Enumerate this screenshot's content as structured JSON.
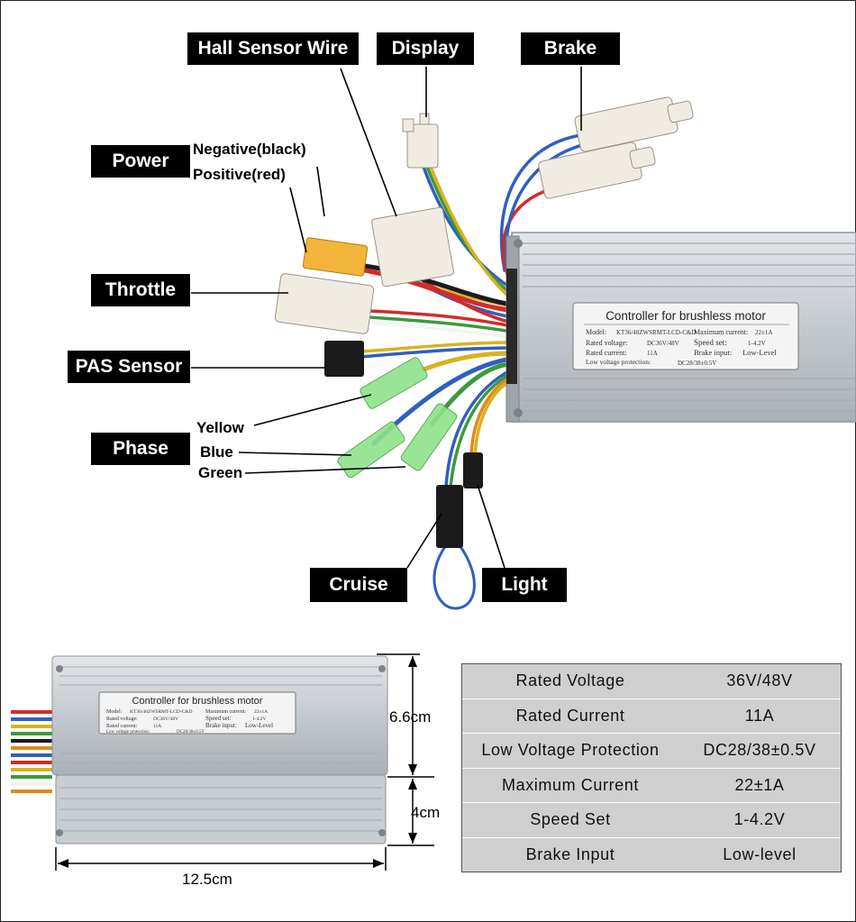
{
  "labels": {
    "hall_sensor_wire": "Hall Sensor Wire",
    "display": "Display",
    "brake": "Brake",
    "power": "Power",
    "negative": "Negative(black)",
    "positive": "Positive(red)",
    "throttle": "Throttle",
    "pas_sensor": "PAS Sensor",
    "phase": "Phase",
    "yellow": "Yellow",
    "blue": "Blue",
    "green": "Green",
    "cruise": "Cruise",
    "light": "Light"
  },
  "controller_label": {
    "title": "Controller for brushless motor",
    "model_key": "Model:",
    "model_val": "KT36/48ZWSRMT-LCD-C&D",
    "max_current_key": "Maximum current:",
    "max_current_val": "22±1A",
    "rated_voltage_key": "Rated voltage:",
    "rated_voltage_val": "DC36V/48V",
    "speed_set_key": "Speed set:",
    "speed_set_val": "1-4.2V",
    "rated_current_key": "Rated current:",
    "rated_current_val": "11A",
    "brake_input_key": "Brake input:",
    "brake_input_val": "Low-Level",
    "low_voltage_key": "Low voltage protection:",
    "low_voltage_val": "DC28/38±0.5V"
  },
  "dimensions": {
    "height_top": "6.6cm",
    "height_bottom": "4cm",
    "length": "12.5cm"
  },
  "specs": [
    {
      "name": "Rated Voltage",
      "value": "36V/48V"
    },
    {
      "name": "Rated Current",
      "value": "11A"
    },
    {
      "name": "Low Voltage Protection",
      "value": "DC28/38±0.5V"
    },
    {
      "name": "Maximum Current",
      "value": "22±1A"
    },
    {
      "name": "Speed Set",
      "value": "1-4.2V"
    },
    {
      "name": "Brake Input",
      "value": "Low-level"
    }
  ],
  "colors": {
    "housing": "#c9cdd1",
    "wire_red": "#d42a2a",
    "wire_blue": "#2f5fbf",
    "wire_green": "#3b9a3b",
    "wire_yellow": "#d9b21f",
    "wire_orange": "#e08a1e",
    "connector_white": "#f1ece2",
    "connector_yellow": "#f2b43a",
    "connector_green": "#8fe38a",
    "connector_black": "#1b1b1b"
  }
}
